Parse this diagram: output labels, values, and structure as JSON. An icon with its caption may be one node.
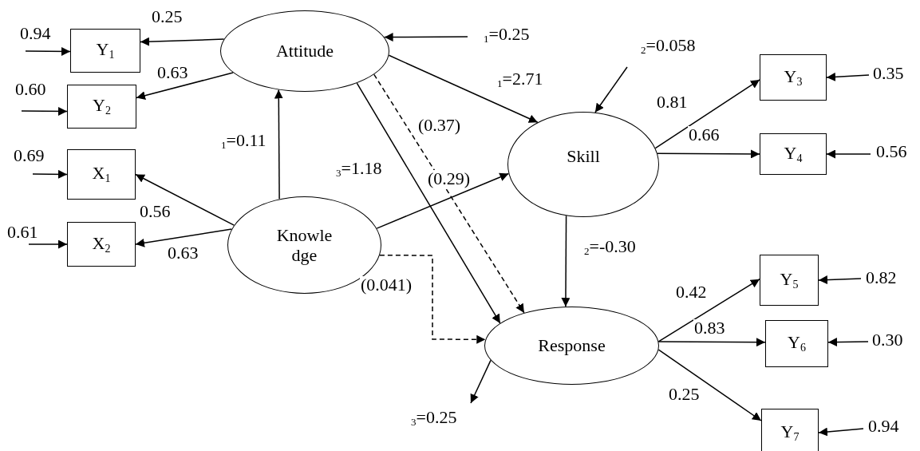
{
  "diagram": {
    "nodes": [
      {
        "text": [
          "Attitude"
        ]
      },
      {
        "text": [
          "Y$_{1}$"
        ]
      },
      {
        "text": [
          "Y$_{2}$"
        ]
      },
      {
        "text": [
          "X$_{1}$"
        ]
      },
      {
        "text": [
          "X$_{2}$"
        ]
      },
      {
        "text": [
          "Knowle dge"
        ]
      },
      {
        "text": [
          "Skill"
        ]
      },
      {
        "text": [
          "Response"
        ]
      },
      {
        "text": [
          "Y$_{3}$"
        ]
      },
      {
        "text": [
          "Y$_{4}$"
        ]
      },
      {
        "text": [
          "Y$_{5}$"
        ]
      },
      {
        "text": [
          "Y$_{6}$"
        ]
      },
      {
        "text": [
          "Y$_{7}$"
        ]
      }
    ],
    "edges": [
      {
        "from": 0,
        "to": 1,
        "arrow": "to",
        "label": "0.25"
      },
      {
        "from": 0,
        "to": 2,
        "arrow": "to",
        "label": "0.63"
      },
      {
        "from": 5,
        "to": 3,
        "arrow": "to",
        "label": "0.56"
      },
      {
        "from": 5,
        "to": 4,
        "arrow": "to",
        "label": "0.63"
      },
      {
        "from": 5,
        "to": 0,
        "arrow": "to",
        "label": "$_{1}$=0.11"
      },
      {
        "from": 0,
        "to": 6,
        "arrow": "to",
        "label": "$_{1}$=2.71"
      },
      {
        "from": 0,
        "to": 7,
        "arrow": "to",
        "label": "$_{3}$=1.18"
      },
      {
        "from": 0,
        "to": 7,
        "arrow": "to",
        "label": "(0.37)",
        "style": "dashed"
      },
      {
        "from": 5,
        "to": 6,
        "arrow": "to",
        "label": "(0.29)"
      },
      {
        "from": 5,
        "to": 7,
        "arrow": "to",
        "label": "(0.041)",
        "style": "dashed"
      },
      {
        "from": 6,
        "to": 7,
        "arrow": "to",
        "label": "$_{2}$=-0.30"
      },
      {
        "from": 6,
        "to": 8,
        "arrow": "to",
        "label": "0.81"
      },
      {
        "from": 6,
        "to": 9,
        "arrow": "to",
        "label": "0.66"
      },
      {
        "from": 7,
        "to": 10,
        "arrow": "to",
        "label": "0.42"
      },
      {
        "from": 7,
        "to": 11,
        "arrow": "to",
        "label": "0.83"
      },
      {
        "from": 7,
        "to": 12,
        "arrow": "to",
        "label": "0.25"
      },
      {
        "from": null,
        "to": 1,
        "arrow": "to",
        "label": "0.94"
      },
      {
        "from": null,
        "to": 2,
        "arrow": "to",
        "label": "0.60"
      },
      {
        "from": null,
        "to": 3,
        "arrow": "to",
        "label": "0.69"
      },
      {
        "from": null,
        "to": 4,
        "arrow": "to",
        "label": "0.61"
      },
      {
        "from": null,
        "to": 0,
        "arrow": "to",
        "label": "$_{1}$=0.25"
      },
      {
        "from": null,
        "to": 6,
        "arrow": "to",
        "label": "$_{2}$=0.058"
      },
      {
        "from": 7,
        "to": null,
        "arrow": "to",
        "label": "$_{3}$=0.25"
      },
      {
        "from": null,
        "to": 8,
        "arrow": "to",
        "label": "0.35"
      },
      {
        "from": null,
        "to": 9,
        "arrow": "to",
        "label": "0.56"
      },
      {
        "from": null,
        "to": 10,
        "arrow": "to",
        "label": "0.82"
      },
      {
        "from": null,
        "to": 11,
        "arrow": "to",
        "label": "0.30"
      },
      {
        "from": null,
        "to": 12,
        "arrow": "to",
        "label": "0.94"
      }
    ]
  }
}
